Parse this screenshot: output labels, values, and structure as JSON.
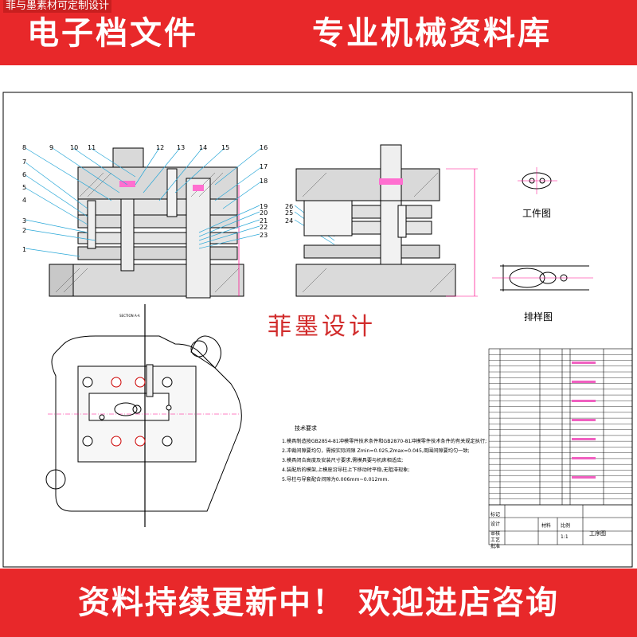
{
  "banner": {
    "caption": "菲与墨素材可定制设计",
    "title_left": "电子档文件",
    "title_right": "专业机械资料库"
  },
  "footer": {
    "text": "资料持续更新中！ 欢迎进店咨询"
  },
  "drawing": {
    "watermark": "菲墨设计",
    "workpiece_label": "工件图",
    "layout_label": "排样图",
    "section_label": "SECTION A-A",
    "callouts": [
      "8",
      "9",
      "10",
      "11",
      "12",
      "13",
      "14",
      "15",
      "16",
      "17",
      "18",
      "7",
      "6",
      "5",
      "4",
      "3",
      "2",
      "1",
      "19",
      "20",
      "21",
      "22",
      "23",
      "26",
      "25",
      "24"
    ],
    "tech_requirements": {
      "title": "技术要求",
      "lines": [
        "1.模具制造按GB2854-81冲模零件技术条件和GB2870-81冲模零件技术条件的有关规定执行;",
        "2.冲裁间隙要均匀，需按实际间隙 Zmin=0.025,Zmax=0.045,周围间隙要均匀一致;",
        "3.模具闭合高度及安装尺寸要求,需模具要与机床相适应;",
        "4.装配后的模架,上模座沿导柱上下移动时平稳,无阻滞现象;",
        "5.导柱与导套配合间隙为0.006mm~0.012mm."
      ]
    },
    "title_block": {
      "scale_label": "比例",
      "scale_value": "1:1",
      "material_label": "材料",
      "drawing_name": "工序图",
      "row_labels": [
        "标记",
        "设计",
        "审核",
        "工艺",
        "批准"
      ]
    }
  }
}
